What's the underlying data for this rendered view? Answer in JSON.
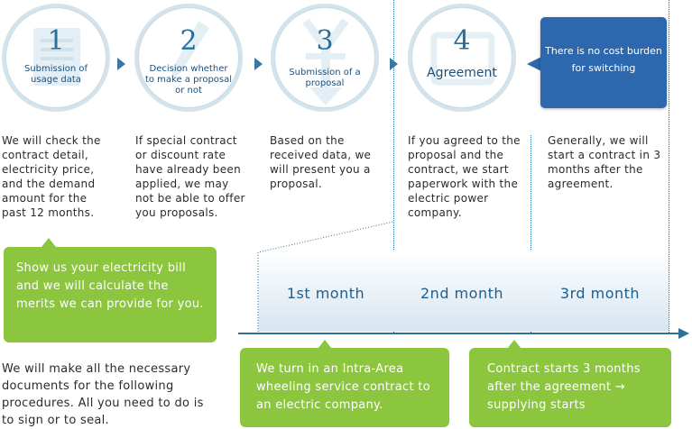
{
  "steps": [
    {
      "number": "1",
      "label": "Submission of usage data",
      "icon": "document-icon",
      "description": "We will check the contract detail, electricity price, and the demand amount for the past 12 months."
    },
    {
      "number": "2",
      "label": "Decision whether to make a proposal or not",
      "icon": "pen-icon",
      "description": "If special contract or discount rate have already been applied, we may not be able to offer you proposals."
    },
    {
      "number": "3",
      "label": "Submission of a proposal",
      "icon": "yen-icon",
      "description": "Based on the received data, we will present you a proposal."
    },
    {
      "number": "4",
      "label": "Agreement",
      "icon": "seal-icon",
      "description": "If you agreed to the proposal and the contract, we start paperwork with the electric power company."
    }
  ],
  "callout": {
    "text": "There is no cost burden for switching"
  },
  "step5_description": "Generally, we will start a contract in 3 months after the agreement.",
  "left_box": {
    "text": "Show us your electricity bill and we will calculate the merits we can provide for you."
  },
  "left_note": "We will make all the necessary documents for the following procedures. All you need to do is to sign or to seal.",
  "months": [
    "1st month",
    "2nd month",
    "3rd month"
  ],
  "bottom_boxes": [
    {
      "text": "We turn in an Intra-Area wheeling service contract to an electric company."
    },
    {
      "text": "Contract starts 3 months after the agreement → supplying starts"
    }
  ],
  "colors": {
    "accent_blue": "#2d67ad",
    "green": "#8cc63f",
    "circle_text": "#2a6f98"
  }
}
